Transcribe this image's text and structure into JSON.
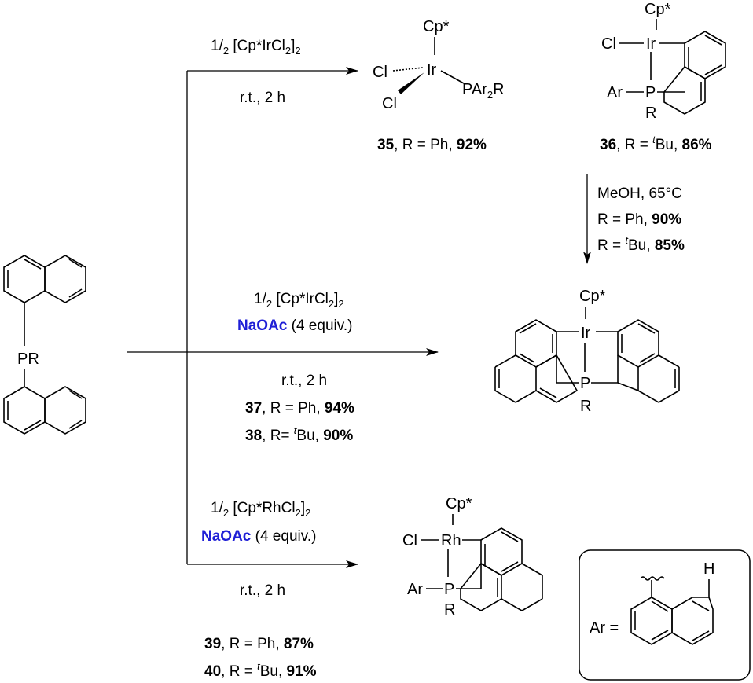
{
  "reactions": {
    "top": {
      "reagent_prefix": "1/",
      "reagent_frac": "2",
      "reagent_main": " [Cp*IrCl",
      "reagent_sub": "2",
      "reagent_end": "]",
      "reagent_sub2": "2",
      "conditions": "r.t., 2 h"
    },
    "middle": {
      "reagent_prefix": "1/",
      "reagent_frac": "2",
      "reagent_main": " [Cp*IrCl",
      "reagent_sub": "2",
      "reagent_end": "]",
      "reagent_sub2": "2",
      "additive": "NaOAc",
      "additive_amount": " (4 equiv.)",
      "conditions": "r.t., 2 h",
      "product_a_num": "37",
      "product_a_text": ", R = Ph, ",
      "product_a_yield": "94%",
      "product_b_num": "38",
      "product_b_text": ", R= ",
      "product_b_t": "t",
      "product_b_bu": "Bu, ",
      "product_b_yield": "90%"
    },
    "bottom": {
      "reagent_prefix": "1/",
      "reagent_frac": "2",
      "reagent_main": " [Cp*RhCl",
      "reagent_sub": "2",
      "reagent_end": "]",
      "reagent_sub2": "2",
      "additive": "NaOAc",
      "additive_amount": " (4 equiv.)",
      "conditions": "r.t., 2 h",
      "product_a_num": "39",
      "product_a_text": ", R = Ph, ",
      "product_a_yield": "87%",
      "product_b_num": "40",
      "product_b_text": ", R = ",
      "product_b_t": "t",
      "product_b_bu": "Bu, ",
      "product_b_yield": "91%"
    },
    "vertical": {
      "line1": "MeOH, 65°C",
      "line2_text": "R = Ph, ",
      "line2_yield": "90%",
      "line3_text": "R = ",
      "line3_t": "t",
      "line3_bu": "Bu, ",
      "line3_yield": "85%"
    }
  },
  "compounds": {
    "c35": {
      "num": "35",
      "text": ", R = Ph, ",
      "yield": "92%"
    },
    "c36": {
      "num": "36",
      "text": ", R = ",
      "t": "t",
      "bu": "Bu, ",
      "yield": "86%"
    }
  },
  "atoms": {
    "cp": "Cp*",
    "ir": "Ir",
    "rh": "Rh",
    "cl": "Cl",
    "p": "P",
    "r": "R",
    "ar": "Ar",
    "pr": "PR",
    "pa_main": "PAr",
    "pa_sub": "2",
    "pa_r": "R",
    "h": "H",
    "ar_eq": "Ar ="
  },
  "colors": {
    "additive": "#1f1fd6"
  }
}
